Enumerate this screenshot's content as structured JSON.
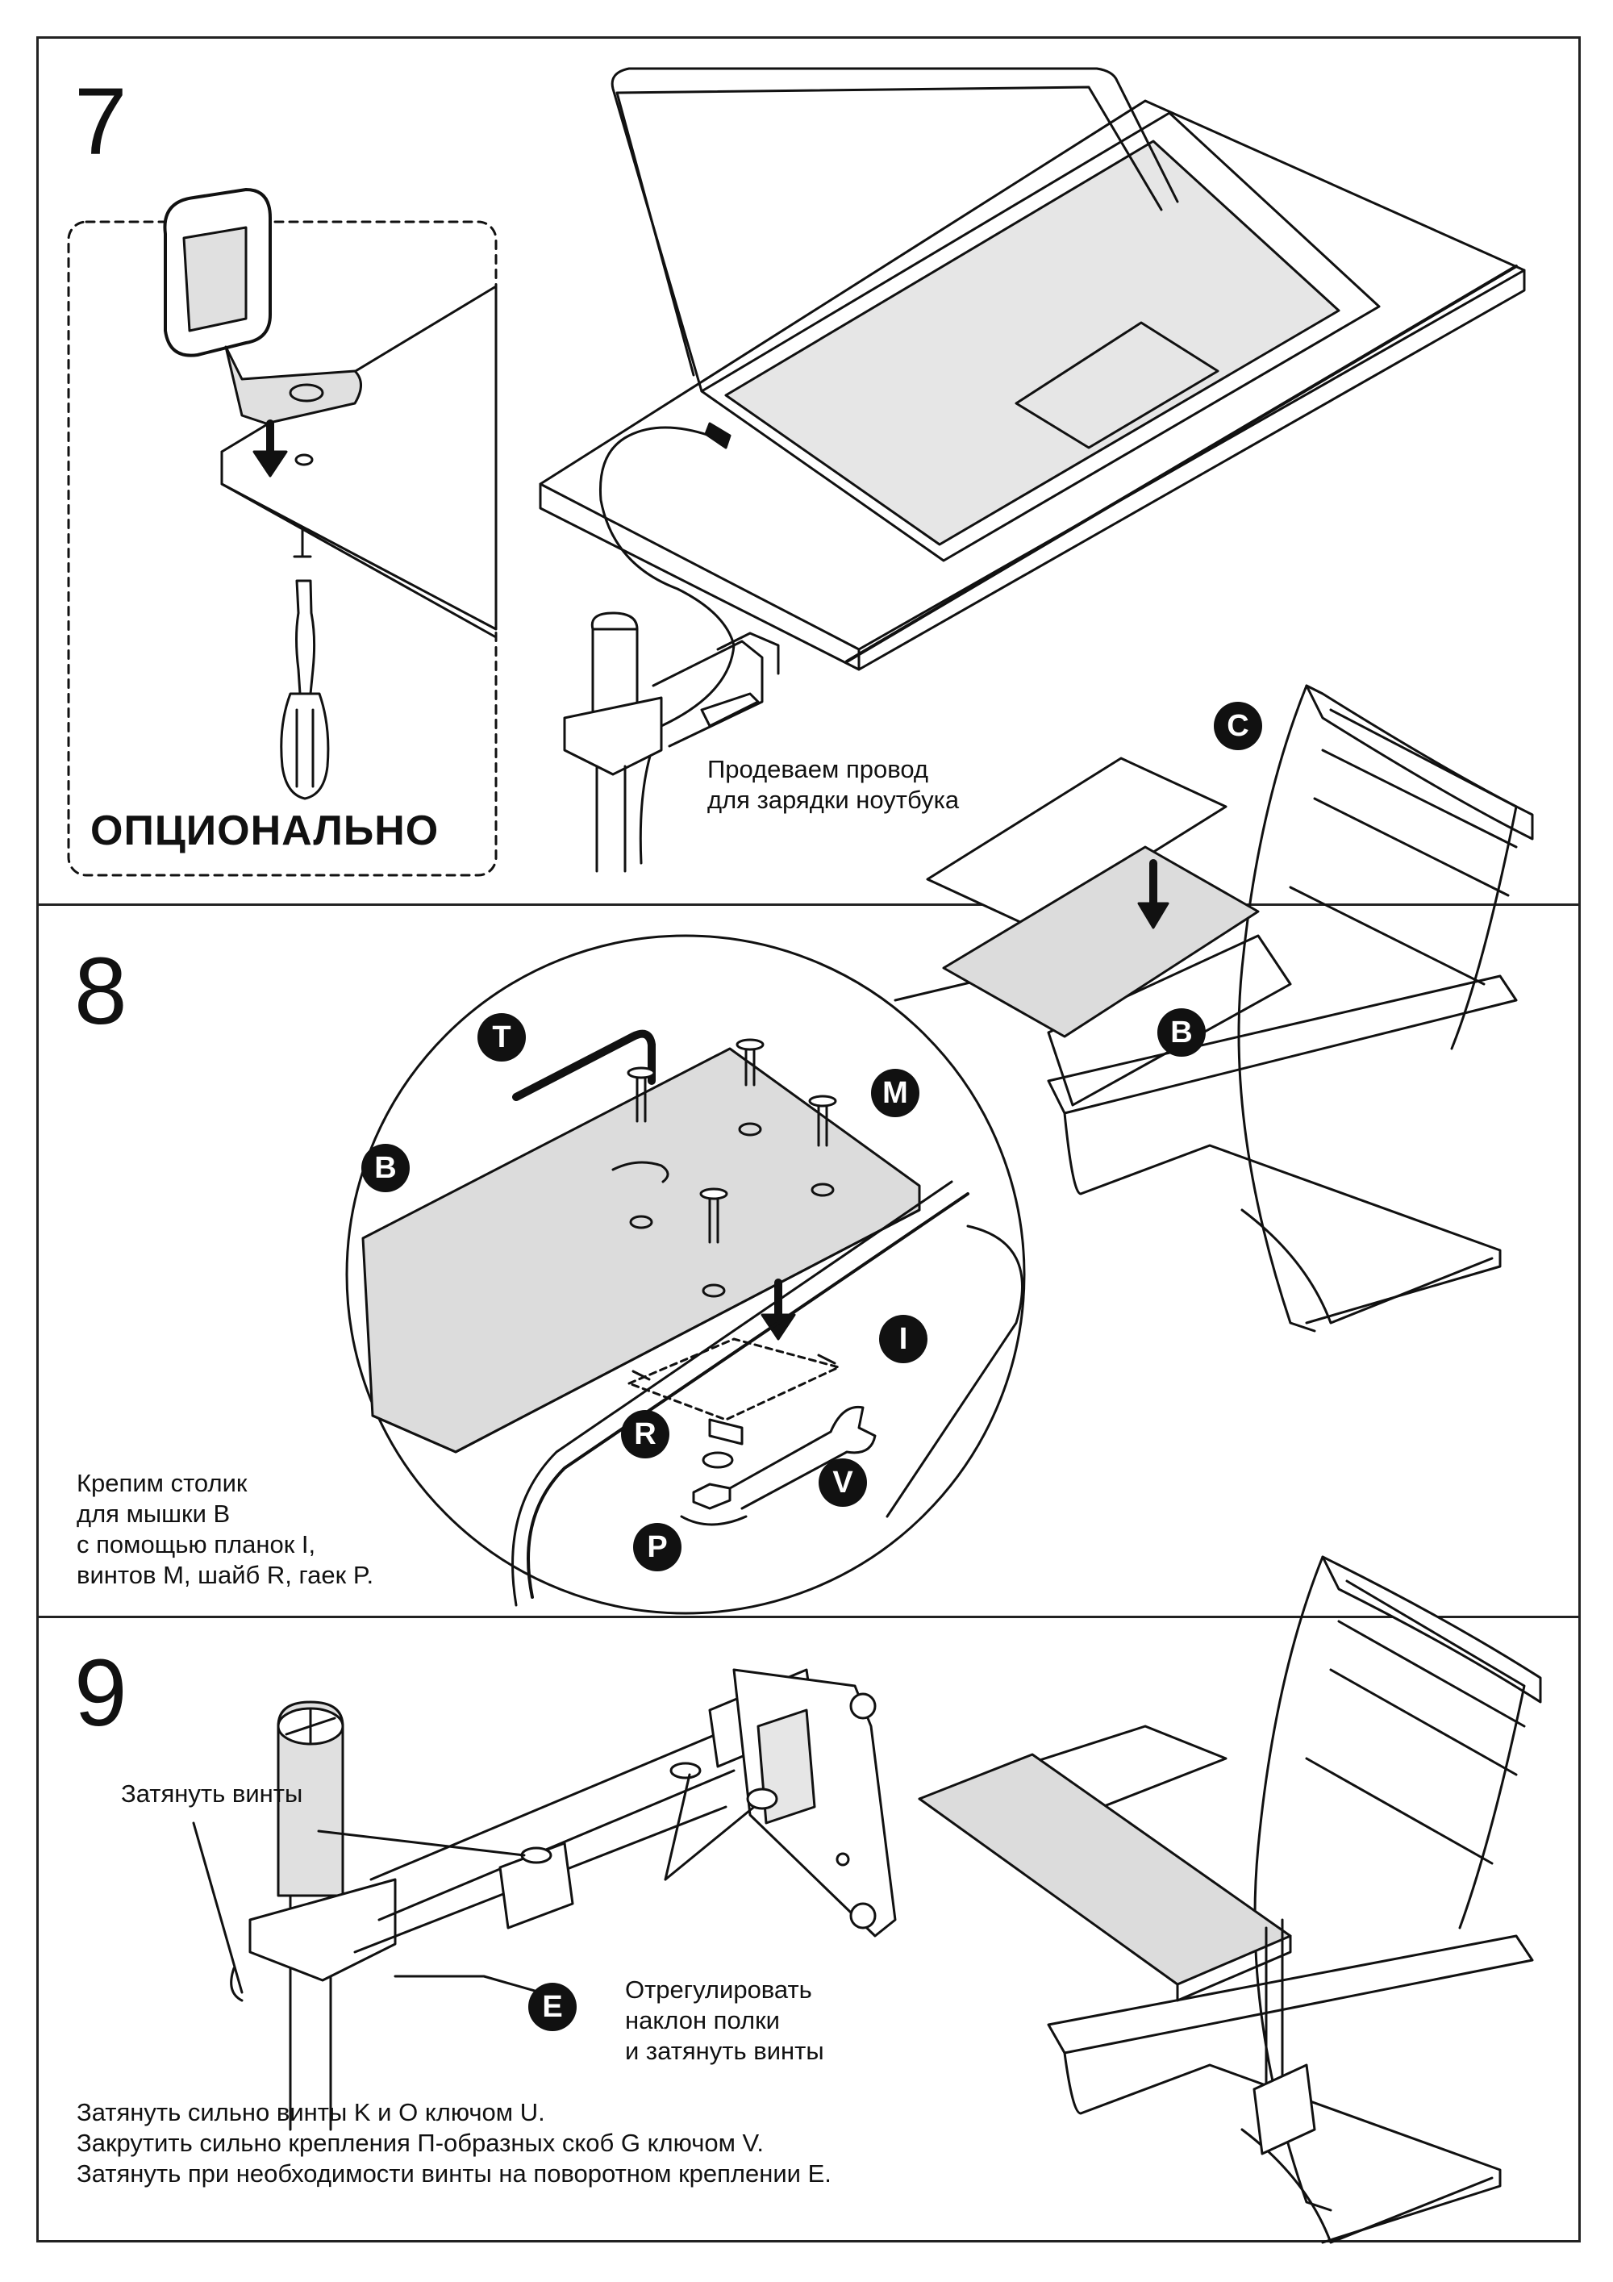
{
  "steps": [
    {
      "number": "7",
      "optional_label": "ОПЦИОНАЛЬНО",
      "caption": "Продеваем провод\nдля зарядки ноутбука"
    },
    {
      "number": "8",
      "caption": "Крепим столик\nдля мышки B\nс помощью планок I,\nвинтов M, шайб R, гаек  P."
    },
    {
      "number": "9",
      "caption_tighten": "Затянуть винты",
      "caption_adjust": "Отрегулировать\nнаклон полки\nи затянуть винты",
      "caption_bottom": "Затянуть сильно винты K и O ключом U.\nЗакрутить сильно крепления П-образных скоб G ключом V.\nЗатянуть при необходимости винты на поворотном креплении E."
    }
  ],
  "callouts": {
    "T": "T",
    "B1": "B",
    "M": "M",
    "I": "I",
    "R": "R",
    "V": "V",
    "P": "P",
    "C": "C",
    "B2": "B",
    "E": "E"
  }
}
